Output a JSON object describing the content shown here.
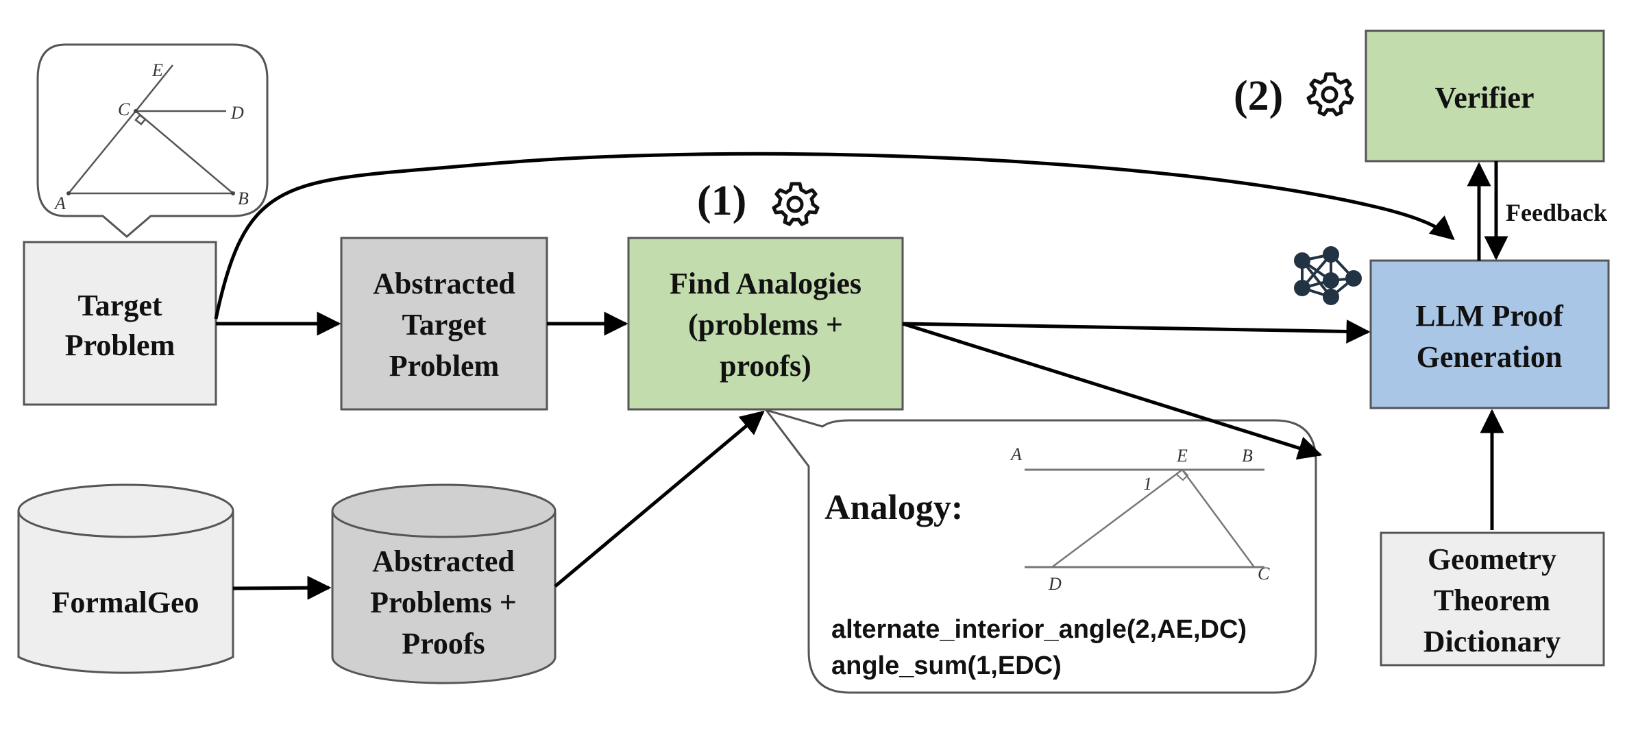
{
  "boxes": {
    "target_problem": {
      "lines": [
        "Target",
        "Problem"
      ],
      "fill": "#eeeeee"
    },
    "abstracted_target": {
      "lines": [
        "Abstracted",
        "Target",
        "Problem"
      ],
      "fill": "#d0d0d0"
    },
    "find_analogies": {
      "lines": [
        "Find Analogies",
        "(problems +",
        "proofs)"
      ],
      "fill": "#c3dcae"
    },
    "llm_proof": {
      "lines": [
        "LLM Proof",
        "Generation"
      ],
      "fill": "#aac6e6"
    },
    "verifier": {
      "lines": [
        "Verifier"
      ],
      "fill": "#c3dcae"
    },
    "geometry_dict": {
      "lines": [
        "Geometry",
        "Theorem",
        "Dictionary"
      ],
      "fill": "#eeeeee"
    }
  },
  "cylinders": {
    "formalgeo": {
      "lines": [
        "FormalGeo"
      ],
      "fill": "#eeeeee"
    },
    "abstracted_problems": {
      "lines": [
        "Abstracted",
        "Problems +",
        "Proofs"
      ],
      "fill": "#d0d0d0"
    }
  },
  "steps": {
    "step1": "(1)",
    "step2": "(2)"
  },
  "edge_labels": {
    "feedback": "Feedback"
  },
  "analogy_callout": {
    "title": "Analogy:",
    "proof_lines": [
      "alternate_interior_angle(2,AE,DC)",
      "angle_sum(1,EDC)"
    ],
    "figure_labels": {
      "a": "A",
      "e": "E",
      "b": "B",
      "d": "D",
      "c": "C",
      "angle": "1"
    }
  },
  "target_figure": {
    "labels": {
      "e": "E",
      "c": "C",
      "d": "D",
      "a": "A",
      "b": "B"
    }
  },
  "icons": [
    "gear-icon",
    "gear-icon",
    "neural-network-icon"
  ],
  "colors": {
    "stroke": "#555555",
    "arrow": "#000000"
  }
}
